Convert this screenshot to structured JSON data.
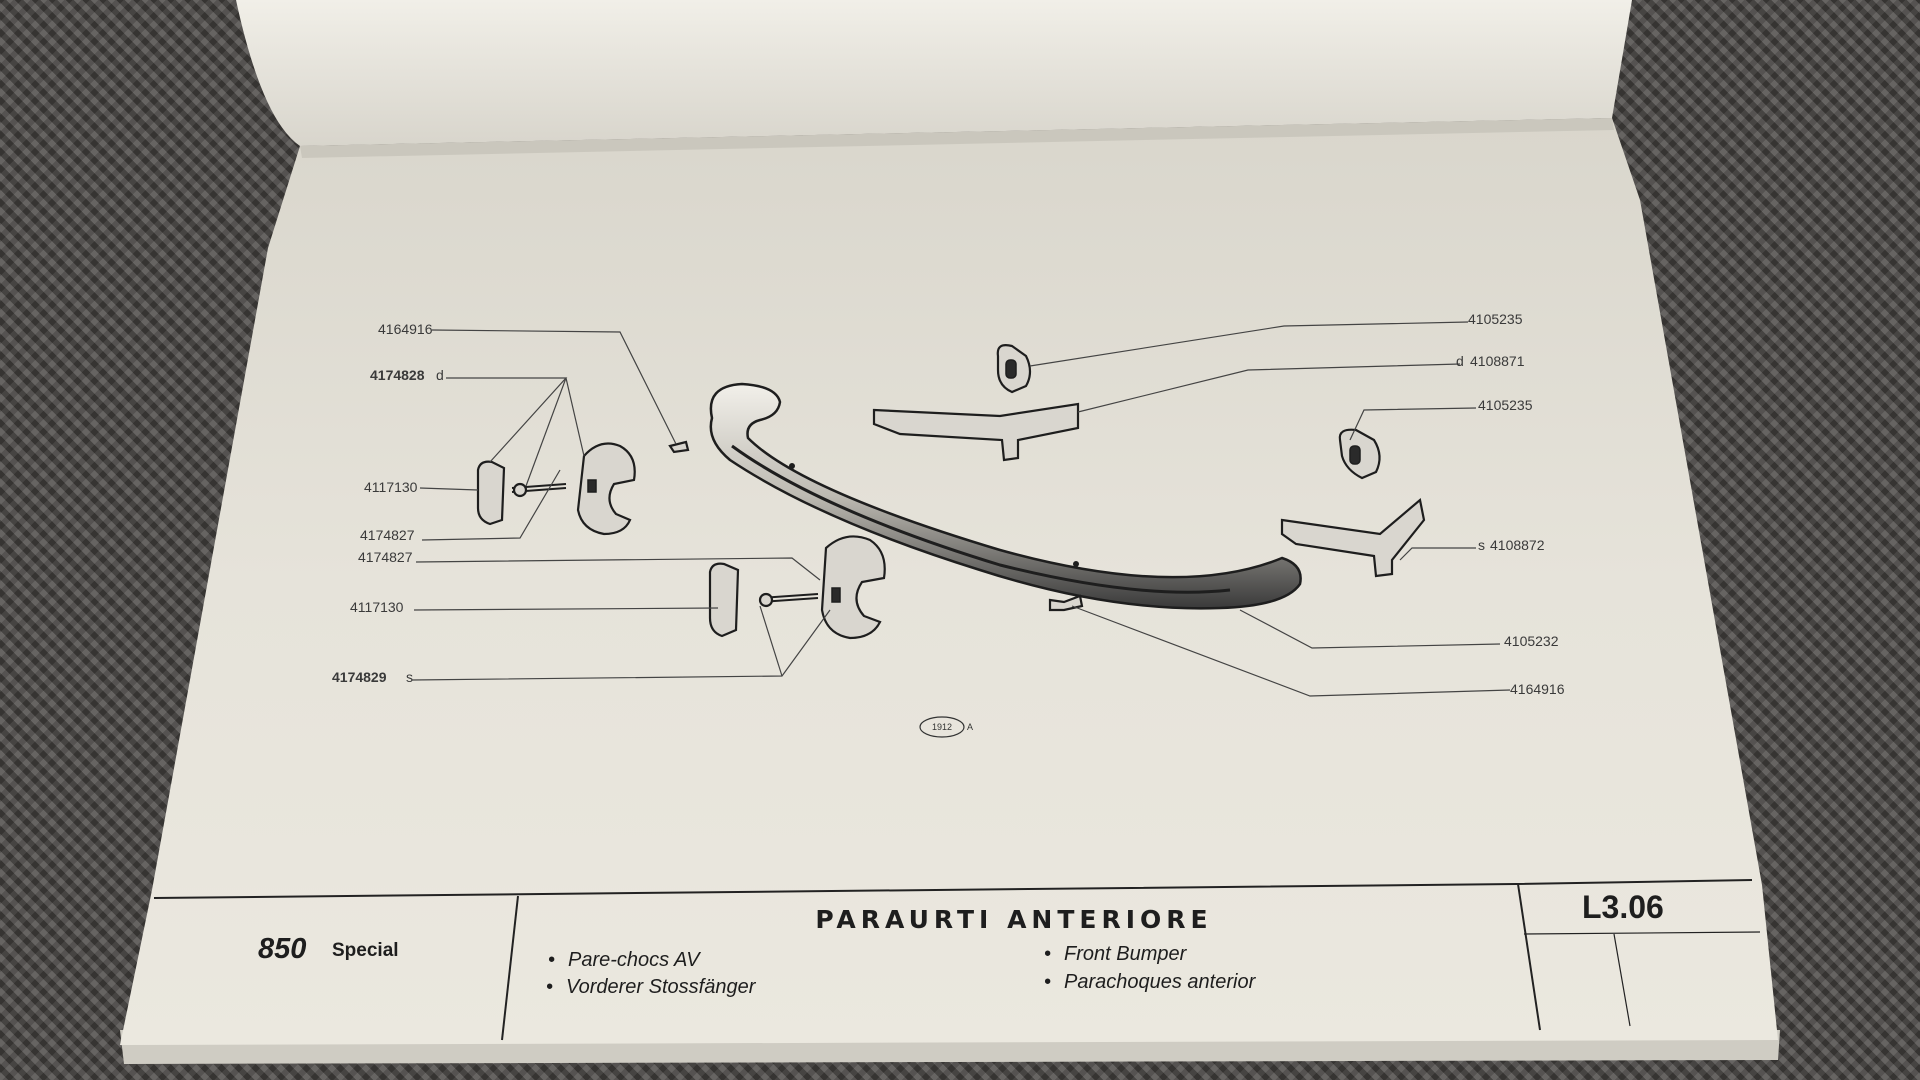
{
  "diagram": {
    "part_numbers": {
      "screw_top_left": "4164916",
      "cover_left_upper": "4174828",
      "bolt_left_upper": "4117130",
      "guard_left_upper": "4174827",
      "guard_left_lower": "4174827",
      "bolt_left_lower": "4117130",
      "cover_left_lower": "4174829",
      "rubber_top": "4105235",
      "bracket_top": "4108871",
      "rubber_right": "4105235",
      "bracket_right": "4108872",
      "bumper_bar": "4105232",
      "screw_bottom": "4164916"
    },
    "markers": {
      "d": "d",
      "s": "s"
    },
    "figure_ref": {
      "number": "1912",
      "suffix": "A"
    }
  },
  "footer": {
    "model_number": "850",
    "model_name": "Special",
    "title": "PARAURTI ANTERIORE",
    "translations": [
      "Pare-chocs AV",
      "Vorderer Stossfänger",
      "Front Bumper",
      "Parachoques anterior"
    ],
    "page_code": "L3.06"
  }
}
